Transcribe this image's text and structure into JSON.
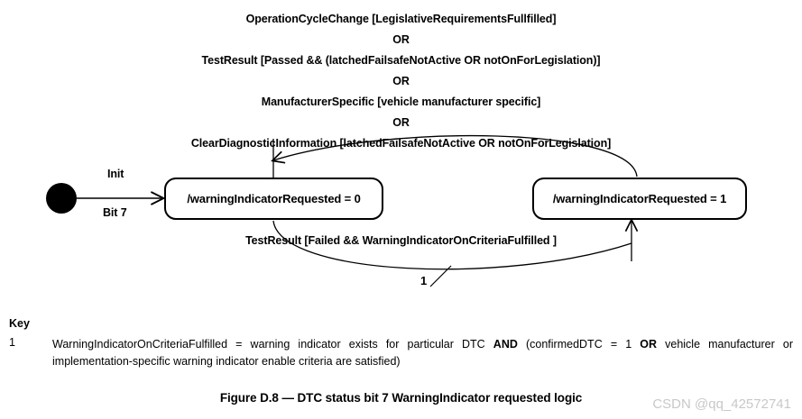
{
  "guard_conditions": {
    "lines": [
      "OperationCycleChange [LegislativeRequirementsFullfilled]",
      "OR",
      "TestResult [Passed && (latchedFailsafeNotActive OR notOnForLegislation)]",
      "OR",
      "ManufacturerSpecific [vehicle manufacturer specific]",
      "OR",
      "ClearDiagnosticInformation [latchedFailsafeNotActive OR notOnForLegislation]"
    ]
  },
  "diagram": {
    "initial_state_name": "initial-pseudostate",
    "states": [
      {
        "id": "off",
        "label": "/warningIndicatorRequested = 0"
      },
      {
        "id": "on",
        "label": "/warningIndicatorRequested = 1"
      }
    ],
    "transitions": {
      "init_label_top": "Init",
      "init_label_bottom": "Bit 7",
      "set_label": "TestResult [Failed && WarningIndicatorOnCriteriaFulfilled ]",
      "footnote_marker": "1"
    }
  },
  "key": {
    "title": "Key",
    "entries": [
      {
        "number": "1",
        "text_parts": [
          {
            "text": "WarningIndicatorOnCriteriaFulfilled = warning indicator exists for particular DTC ",
            "bold": false
          },
          {
            "text": "AND",
            "bold": true
          },
          {
            "text": " (confirmedDTC = 1 ",
            "bold": false
          },
          {
            "text": "OR",
            "bold": true
          },
          {
            "text": " vehicle manufacturer or implementation-specific warning indicator enable criteria are satisfied)",
            "bold": false
          }
        ]
      }
    ]
  },
  "caption": {
    "text": "Figure D.8 — DTC status bit 7 WarningIndicator requested logic"
  },
  "watermark": {
    "text": "CSDN @qq_42572741"
  },
  "colors": {
    "stroke": "#000000",
    "background": "#ffffff",
    "watermark": "#c8c8c8"
  }
}
